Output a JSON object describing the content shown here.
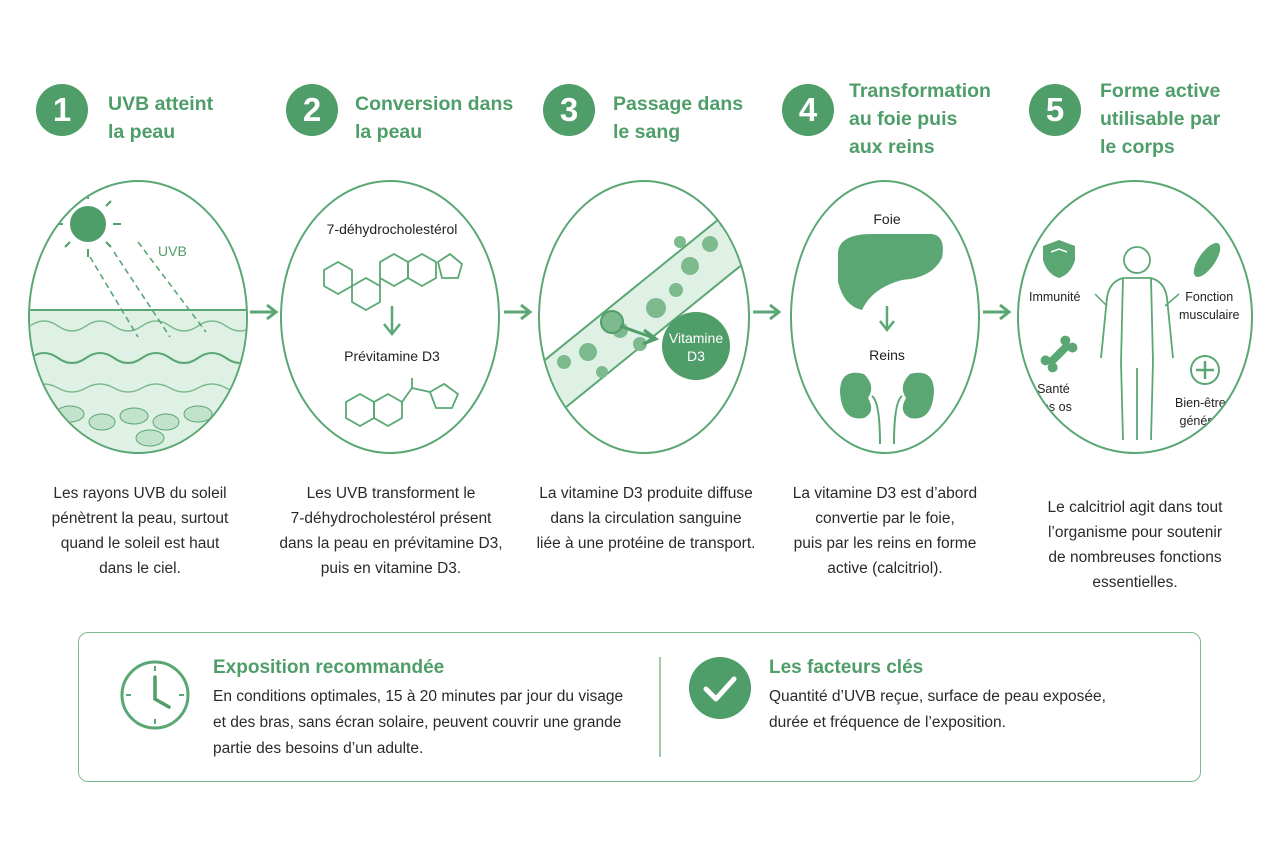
{
  "steps": [
    {
      "number": "1",
      "title": "UVB atteint\nla peau",
      "description": "Les rayons UVB du soleil\npénètrent la peau, surtout\nquand le soleil est haut\ndans le ciel."
    },
    {
      "number": "2",
      "title": "Conversion dans\nla peau",
      "description": "Les UVB transforment le\n7-déhydrocholestérol présent\ndans la peau en prévitamine D3,\npuis en vitamine D3."
    },
    {
      "number": "3",
      "title": "Passage dans\nle sang",
      "description": "La vitamine D3 produite diffuse\ndans la circulation sanguine\nliée à une protéine de transport."
    },
    {
      "number": "4",
      "title": "Transformation\nau foie puis\naux reins",
      "description": "La vitamine D3 est d’abord\nconvertie par le foie,\npuis par les reins en forme\nactive (calcitriol)."
    },
    {
      "number": "5",
      "title": "Forme active\nutilisable par\nle corps",
      "description": "Le calcitriol agit dans tout\nl’organisme pour soutenir\nde nombreuses fonctions\nessentielles."
    }
  ],
  "labels": {
    "uvb": "UVB",
    "dehydro": "7-déhydrocholestérol",
    "previtamin": "Prévitamine D3",
    "vitamin_d3": "Vitamine\nD3",
    "foie": "Foie",
    "reins": "Reins",
    "immunite": "Immunité",
    "musculaire": "Fonction\nmusculaire",
    "os": "Santé\ndes os",
    "bien_etre": "Bien-être\ngénéral"
  },
  "info": {
    "exposure_title": "Exposition recommandée",
    "exposure_text": "En conditions optimales, 15 à 20 minutes par jour du visage\net des bras, sans écran solaire, peuvent couvrir une grande\npartie des besoins d’un adulte.",
    "factors_title": "Les facteurs clés",
    "factors_text": "Quantité d’UVB reçue, surface de peau exposée,\ndurée et fréquence de l’exposition."
  },
  "colors": {
    "accent": "#4f9d69",
    "light": "#dff0e4",
    "stroke": "#5aa774"
  },
  "icons": [
    "sun-icon",
    "molecule-icon",
    "blood-vessel-icon",
    "liver-icon",
    "kidneys-icon",
    "human-body-icon",
    "shield-icon",
    "muscle-icon",
    "bone-icon",
    "plus-icon",
    "clock-icon",
    "check-icon"
  ]
}
